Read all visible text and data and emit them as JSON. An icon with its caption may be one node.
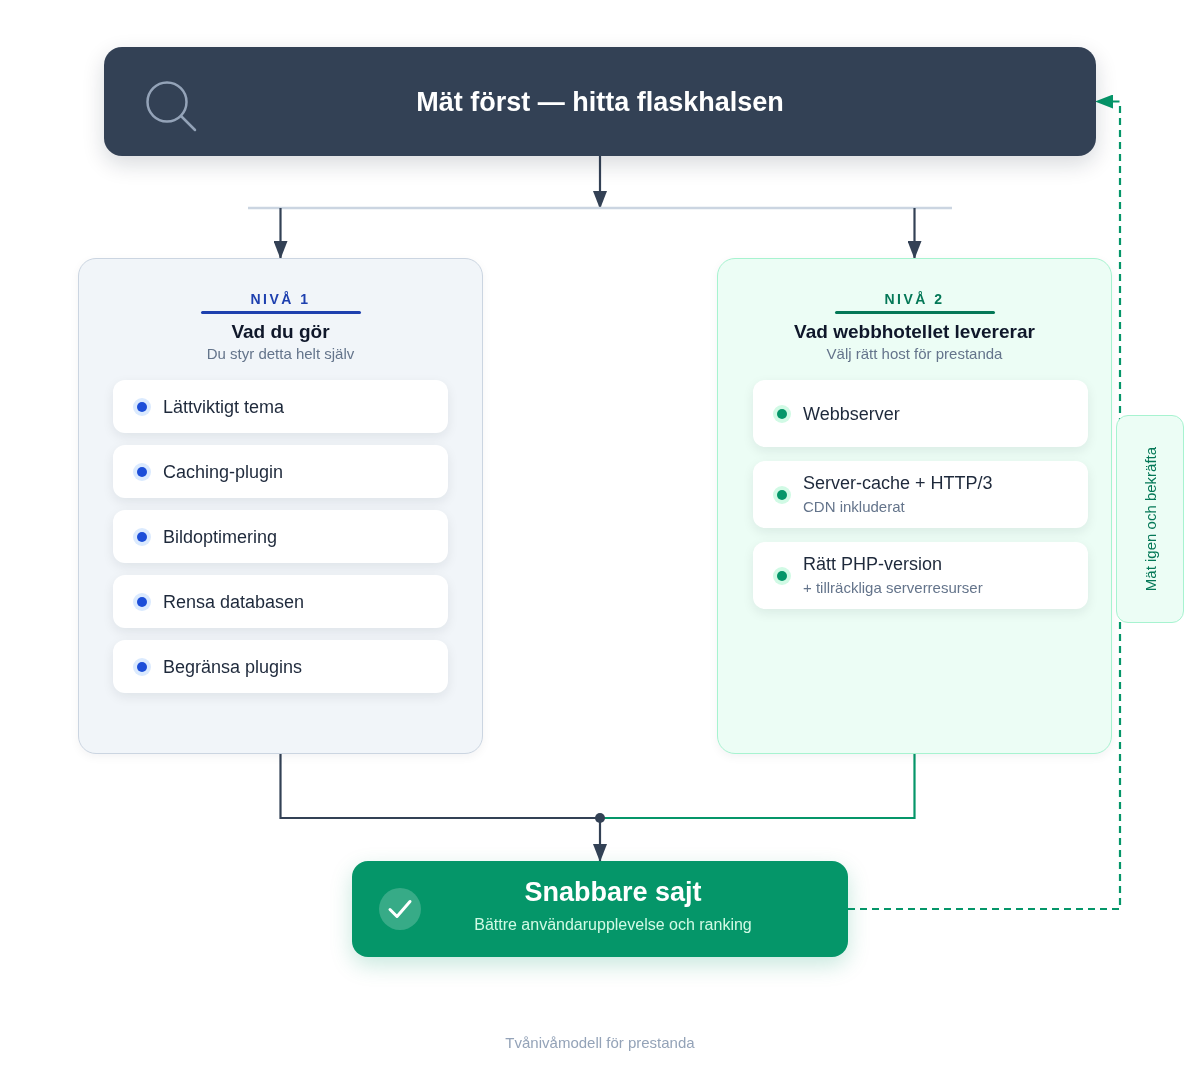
{
  "diagram": {
    "nodes": [
      {
        "text": [
          "Mät först — hitta flaskhalsen"
        ]
      },
      {
        "text": [
          "NIVÅ 1",
          "Vad du gör",
          "Du styr detta helt själv"
        ]
      },
      {
        "text": [
          "Lättviktigt tema"
        ],
        "in": 1
      },
      {
        "text": [
          "Caching-plugin"
        ],
        "in": 1
      },
      {
        "text": [
          "Bildoptimering"
        ],
        "in": 1
      },
      {
        "text": [
          "Rensa databasen"
        ],
        "in": 1
      },
      {
        "text": [
          "Begränsa plugins"
        ],
        "in": 1
      },
      {
        "text": [
          "NIVÅ 2",
          "Vad webbhotellet levererar",
          "Välj rätt host för prestanda"
        ]
      },
      {
        "text": [
          "Webbserver"
        ],
        "in": 7
      },
      {
        "text": [
          "Server-cache + HTTP/3",
          "CDN inkluderat"
        ],
        "in": 7
      },
      {
        "text": [
          "Rätt PHP-version",
          "+ tillräckliga serverresurser"
        ],
        "in": 7
      },
      {
        "text": [
          "Snabbare sajt",
          "Bättre användarupplevelse och ranking"
        ]
      }
    ],
    "edges": [
      {
        "from": 0,
        "to": 1,
        "arrow": "to"
      },
      {
        "from": 0,
        "to": 7,
        "arrow": "to"
      },
      {
        "from": 1,
        "to": 11,
        "arrow": "to",
        "color": "#334155"
      },
      {
        "from": 7,
        "to": 11,
        "arrow": "to",
        "color": "#059669"
      },
      {
        "from": 11,
        "to": 0,
        "arrow": "to",
        "style": "dashed",
        "color": "#059669",
        "label": "Mät igen och bekräfta"
      }
    ],
    "labels": [
      "Tvånivåmodell för prestanda"
    ]
  }
}
